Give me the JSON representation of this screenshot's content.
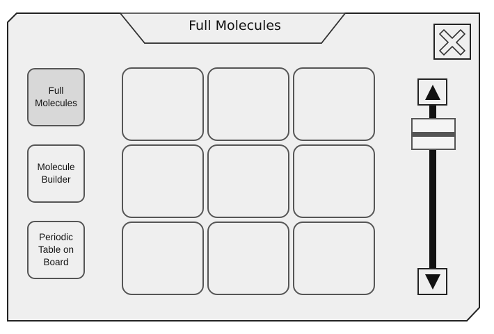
{
  "header": {
    "title": "Full Molecules"
  },
  "close_button": {
    "icon": "close-x-icon"
  },
  "sidebar": {
    "items": [
      {
        "label": "Full\nMolecules",
        "active": true
      },
      {
        "label": "Molecule\nBuilder",
        "active": false
      },
      {
        "label": "Periodic\nTable on\nBoard",
        "active": false
      }
    ]
  },
  "grid": {
    "rows": 3,
    "columns": 3,
    "tiles": [
      "",
      "",
      "",
      "",
      "",
      "",
      "",
      "",
      ""
    ]
  },
  "scrollbar": {
    "up_icon": "arrow-up-icon",
    "down_icon": "arrow-down-icon"
  },
  "colors": {
    "panel_bg": "#efefef",
    "active_tab_bg": "#d8d8d8",
    "border": "#555555",
    "frame_border": "#222222"
  }
}
